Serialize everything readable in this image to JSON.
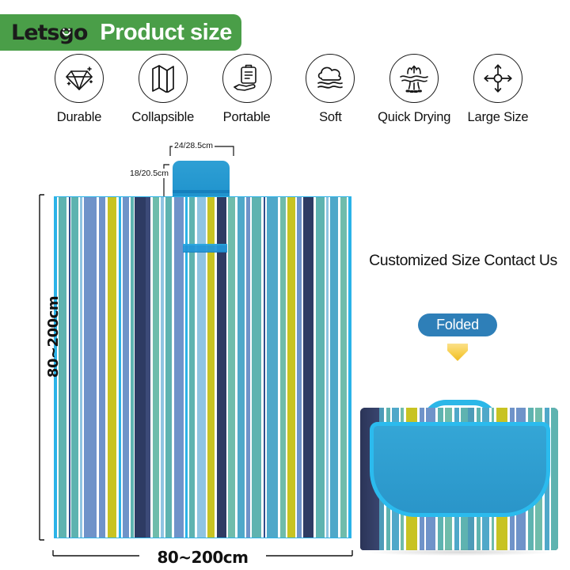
{
  "header": {
    "logo_text": "Letsgo",
    "logo_icon": "smiley-face-icon",
    "title": "Product size",
    "bar_color": "#4a9e48"
  },
  "features": [
    {
      "label": "Durable",
      "icon": "diamond-icon"
    },
    {
      "label": "Collapsible",
      "icon": "folded-map-icon"
    },
    {
      "label": "Portable",
      "icon": "clipboard-on-hand-icon"
    },
    {
      "label": "Soft",
      "icon": "cloud-fabric-icon"
    },
    {
      "label": "Quick Drying",
      "icon": "quick-drying-icon"
    },
    {
      "label": "Large Size",
      "icon": "four-way-arrows-icon"
    }
  ],
  "mat": {
    "handle_width_label": "24/28.5cm",
    "handle_height_label": "18/20.5cm",
    "width_label": "80~200cm",
    "height_label": "80~200cm",
    "border_color": "#2bb3e8"
  },
  "right": {
    "custom_size_text": "Customized Size Contact Us",
    "folded_label": "Folded",
    "folded_badge_color": "#2e7fb8",
    "arrow_color": "#f5cb3d",
    "arrow_icon": "down-arrow-icon"
  },
  "bag": {
    "body_color": "#2e3b63",
    "flap_color": "#2e9fd0",
    "trim_color": "#2bbbee"
  },
  "palette": {
    "cyan": "#2bb3e8",
    "teal": "#5eb3b0",
    "steel_blue": "#6f93c9",
    "olive": "#c8c322",
    "navy": "#2e3b63",
    "white": "#ffffff",
    "light_blue": "#8fc4e2",
    "sea_green": "#6fbcab"
  },
  "stripes": {
    "mat": [
      {
        "c": "#2bb3e8",
        "w": 3
      },
      {
        "c": "#ffffff",
        "w": 2
      },
      {
        "c": "#5eb3b0",
        "w": 10
      },
      {
        "c": "#ffffff",
        "w": 3
      },
      {
        "c": "#2f4d8c",
        "w": 2
      },
      {
        "c": "#ffffff",
        "w": 2
      },
      {
        "c": "#5eb3b0",
        "w": 9
      },
      {
        "c": "#ffffff",
        "w": 2
      },
      {
        "c": "#8fc4e2",
        "w": 3
      },
      {
        "c": "#ffffff",
        "w": 2
      },
      {
        "c": "#6f93c9",
        "w": 16
      },
      {
        "c": "#ffffff",
        "w": 3
      },
      {
        "c": "#6f93c9",
        "w": 9
      },
      {
        "c": "#ffffff",
        "w": 3
      },
      {
        "c": "#c8c322",
        "w": 11
      },
      {
        "c": "#ffffff",
        "w": 3
      },
      {
        "c": "#2bb3e8",
        "w": 3
      },
      {
        "c": "#ffffff",
        "w": 2
      },
      {
        "c": "#6f93c9",
        "w": 8
      },
      {
        "c": "#ffffff",
        "w": 2
      },
      {
        "c": "#5eb3b0",
        "w": 4
      },
      {
        "c": "#ffffff",
        "w": 2
      },
      {
        "c": "#2e3b63",
        "w": 14
      },
      {
        "c": "#3c4a78",
        "w": 6
      },
      {
        "c": "#ffffff",
        "w": 3
      },
      {
        "c": "#6fbcab",
        "w": 8
      },
      {
        "c": "#ffffff",
        "w": 2
      },
      {
        "c": "#8fc4e2",
        "w": 4
      },
      {
        "c": "#ffffff",
        "w": 2
      },
      {
        "c": "#5eb3b0",
        "w": 9
      },
      {
        "c": "#ffffff",
        "w": 3
      },
      {
        "c": "#6f93c9",
        "w": 12
      },
      {
        "c": "#ffffff",
        "w": 2
      },
      {
        "c": "#2bb3e8",
        "w": 3
      },
      {
        "c": "#ffffff",
        "w": 2
      },
      {
        "c": "#5eb3b0",
        "w": 7
      },
      {
        "c": "#ffffff",
        "w": 3
      },
      {
        "c": "#8fc4e2",
        "w": 12
      },
      {
        "c": "#ffffff",
        "w": 2
      },
      {
        "c": "#c8c322",
        "w": 9
      },
      {
        "c": "#ffffff",
        "w": 3
      },
      {
        "c": "#2e3b63",
        "w": 12
      },
      {
        "c": "#ffffff",
        "w": 2
      },
      {
        "c": "#6fbcab",
        "w": 10
      },
      {
        "c": "#ffffff",
        "w": 3
      },
      {
        "c": "#4fa8c9",
        "w": 9
      },
      {
        "c": "#ffffff",
        "w": 2
      },
      {
        "c": "#6f93c9",
        "w": 5
      },
      {
        "c": "#ffffff",
        "w": 2
      },
      {
        "c": "#5eb3b0",
        "w": 12
      },
      {
        "c": "#ffffff",
        "w": 3
      },
      {
        "c": "#2f4d8c",
        "w": 3
      },
      {
        "c": "#ffffff",
        "w": 2
      },
      {
        "c": "#4fa8c9",
        "w": 14
      },
      {
        "c": "#ffffff",
        "w": 3
      },
      {
        "c": "#6fbcab",
        "w": 7
      },
      {
        "c": "#ffffff",
        "w": 2
      },
      {
        "c": "#c8c322",
        "w": 10
      },
      {
        "c": "#ffffff",
        "w": 3
      },
      {
        "c": "#6f93c9",
        "w": 6
      },
      {
        "c": "#ffffff",
        "w": 2
      },
      {
        "c": "#2e3b63",
        "w": 13
      },
      {
        "c": "#ffffff",
        "w": 3
      },
      {
        "c": "#5eb3b0",
        "w": 11
      },
      {
        "c": "#ffffff",
        "w": 2
      },
      {
        "c": "#8fc4e2",
        "w": 4
      },
      {
        "c": "#ffffff",
        "w": 2
      },
      {
        "c": "#4fa8c9",
        "w": 10
      },
      {
        "c": "#ffffff",
        "w": 3
      },
      {
        "c": "#6fbcab",
        "w": 8
      },
      {
        "c": "#ffffff",
        "w": 2
      },
      {
        "c": "#2bb3e8",
        "w": 3
      }
    ],
    "bag": [
      {
        "c": "#4d9bb8",
        "w": 8
      },
      {
        "c": "#ffffff",
        "w": 3
      },
      {
        "c": "#5eb3b0",
        "w": 5
      },
      {
        "c": "#ffffff",
        "w": 2
      },
      {
        "c": "#4fa8c9",
        "w": 9
      },
      {
        "c": "#ffffff",
        "w": 3
      },
      {
        "c": "#6fbcab",
        "w": 4
      },
      {
        "c": "#ffffff",
        "w": 3
      },
      {
        "c": "#c8c322",
        "w": 14
      },
      {
        "c": "#ffffff",
        "w": 3
      },
      {
        "c": "#6f93c9",
        "w": 6
      },
      {
        "c": "#ffffff",
        "w": 2
      },
      {
        "c": "#6f93c9",
        "w": 12
      },
      {
        "c": "#ffffff",
        "w": 3
      },
      {
        "c": "#5eb3b0",
        "w": 7
      },
      {
        "c": "#ffffff",
        "w": 2
      },
      {
        "c": "#6fbcab",
        "w": 10
      },
      {
        "c": "#ffffff",
        "w": 3
      },
      {
        "c": "#4fa8c9",
        "w": 6
      },
      {
        "c": "#ffffff",
        "w": 2
      },
      {
        "c": "#5eb3b0",
        "w": 9
      }
    ]
  }
}
